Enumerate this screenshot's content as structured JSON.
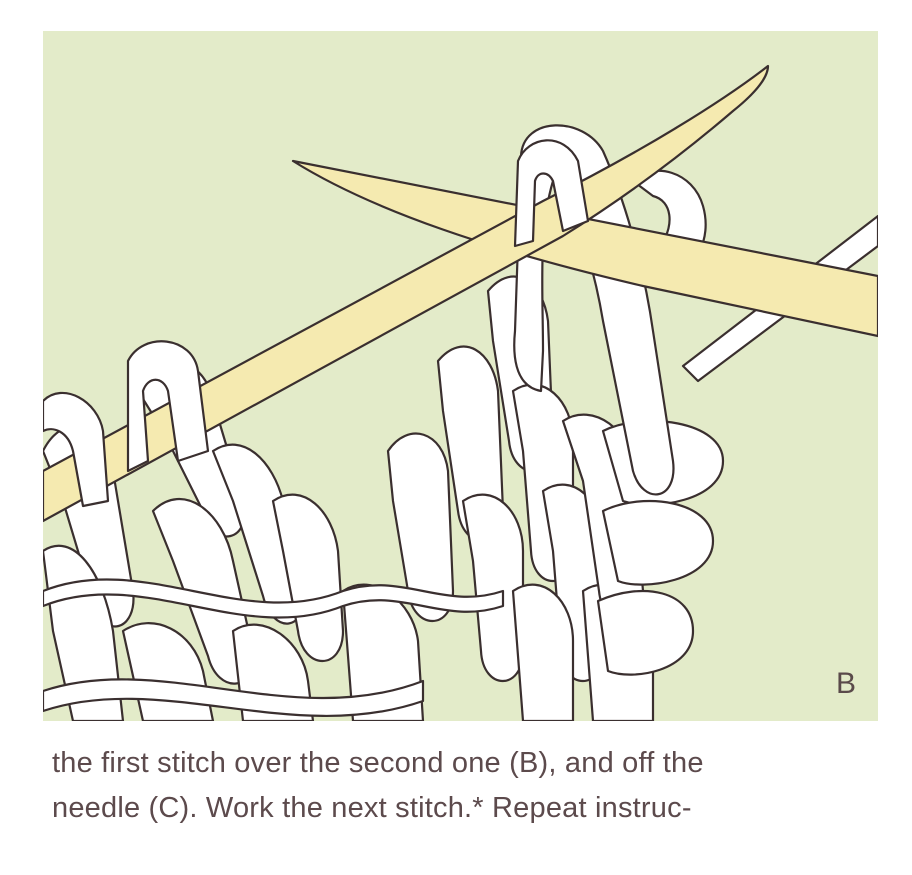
{
  "figure": {
    "panel_letter": "B",
    "colors": {
      "background": "#e3ebc9",
      "needle": "#f5eab0",
      "yarn": "#ffffff",
      "outline": "#3a2f2f"
    }
  },
  "caption": {
    "line1": "the first stitch over the second one (B), and off the",
    "line2": "needle (C). Work the next stitch.* Repeat instruc-"
  }
}
